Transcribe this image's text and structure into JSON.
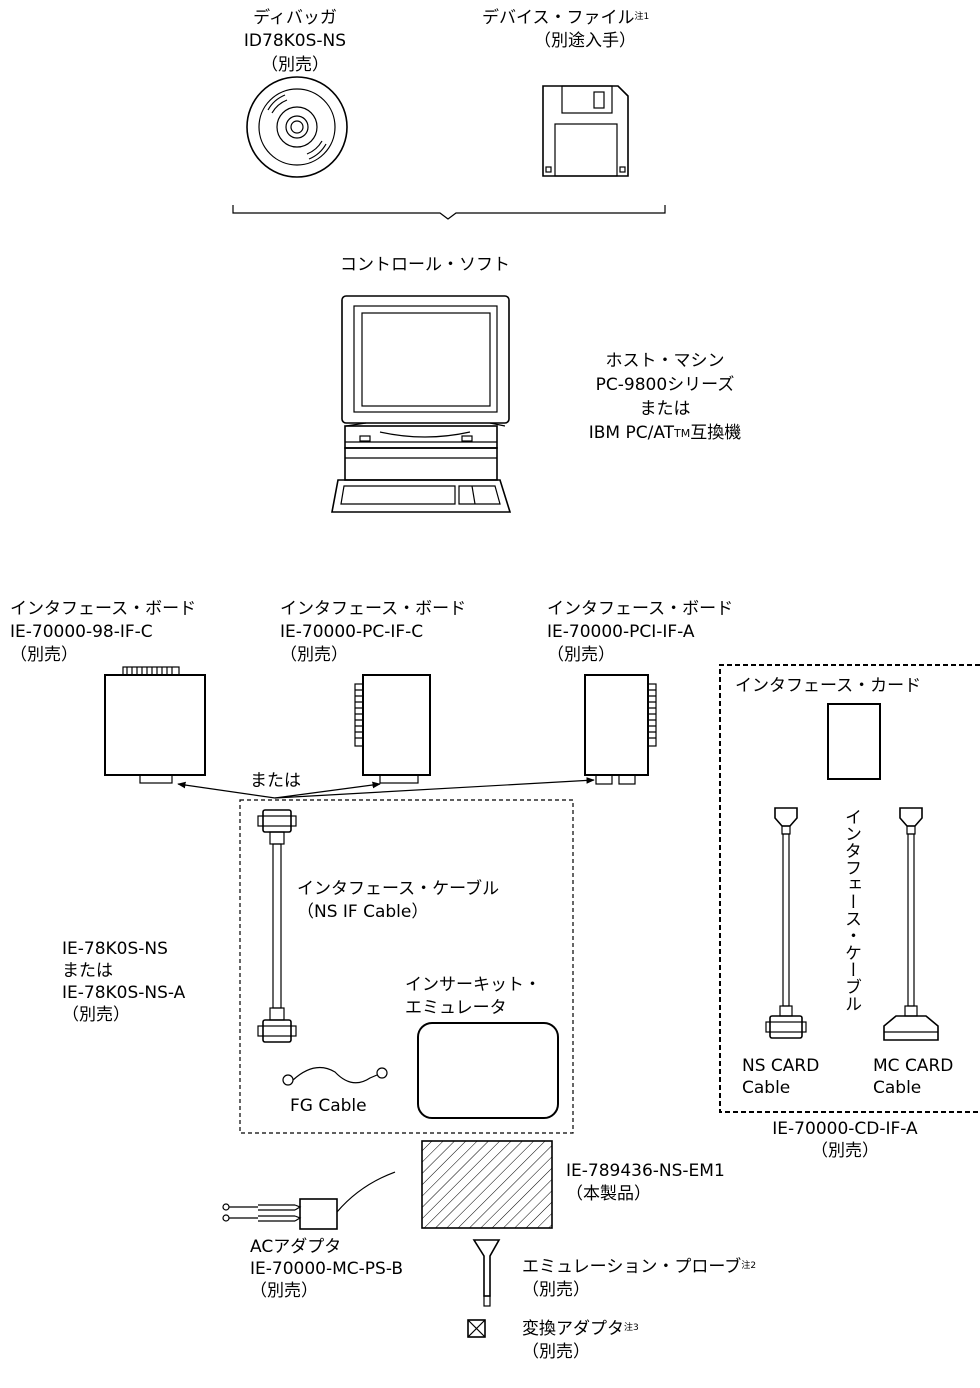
{
  "software": {
    "debugger": {
      "name": "ディバッガ",
      "model": "ID78K0S-NS",
      "note": "（別売）"
    },
    "device_file": {
      "name": "デバイス・ファイル",
      "footnote": "注1",
      "note": "（別途入手）"
    },
    "group_label": "コントロール・ソフト"
  },
  "host": {
    "line1": "ホスト・マシン",
    "line2": "PC-9800シリーズ",
    "line3": "または",
    "line4a": "IBM PC/AT",
    "line4tm": "TM",
    "line4b": "互換機"
  },
  "boards": [
    {
      "name": "インタフェース・ボード",
      "model": "IE-70000-98-IF-C",
      "note": "（別売）"
    },
    {
      "name": "インタフェース・ボード",
      "model": "IE-70000-PC-IF-C",
      "note": "（別売）"
    },
    {
      "name": "インタフェース・ボード",
      "model": "IE-70000-PCI-IF-A",
      "note": "（別売）"
    }
  ],
  "or_label": "または",
  "card_group": {
    "title": "インタフェース・カード",
    "cable_vertical_label": "インタフェース・ケーブル",
    "ns_cable": {
      "line1": "NS CARD",
      "line2": "Cable"
    },
    "mc_cable": {
      "line1": "MC CARD",
      "line2": "Cable"
    },
    "model": "IE-70000-CD-IF-A",
    "note": "（別売）"
  },
  "kit": {
    "cable_name": "インタフェース・ケーブル",
    "cable_sub": "（NS IF Cable）",
    "label_line1": "IE-78K0S-NS",
    "label_line2": "または",
    "label_line3": "IE-78K0S-NS-A",
    "label_line4": "（別売）",
    "emulator_line1": "インサーキット・",
    "emulator_line2": "エミュレータ",
    "fg_cable": "FG Cable"
  },
  "product": {
    "model": "IE-789436-NS-EM1",
    "note": "（本製品）"
  },
  "ac_adapter": {
    "name": "ACアダプタ",
    "model": "IE-70000-MC-PS-B",
    "note": "（別売）"
  },
  "probe": {
    "name": "エミュレーション・プローブ",
    "footnote": "注2",
    "note": "（別売）"
  },
  "conversion_adapter": {
    "name": "変換アダプタ",
    "footnote": "注3",
    "note": "（別売）"
  }
}
